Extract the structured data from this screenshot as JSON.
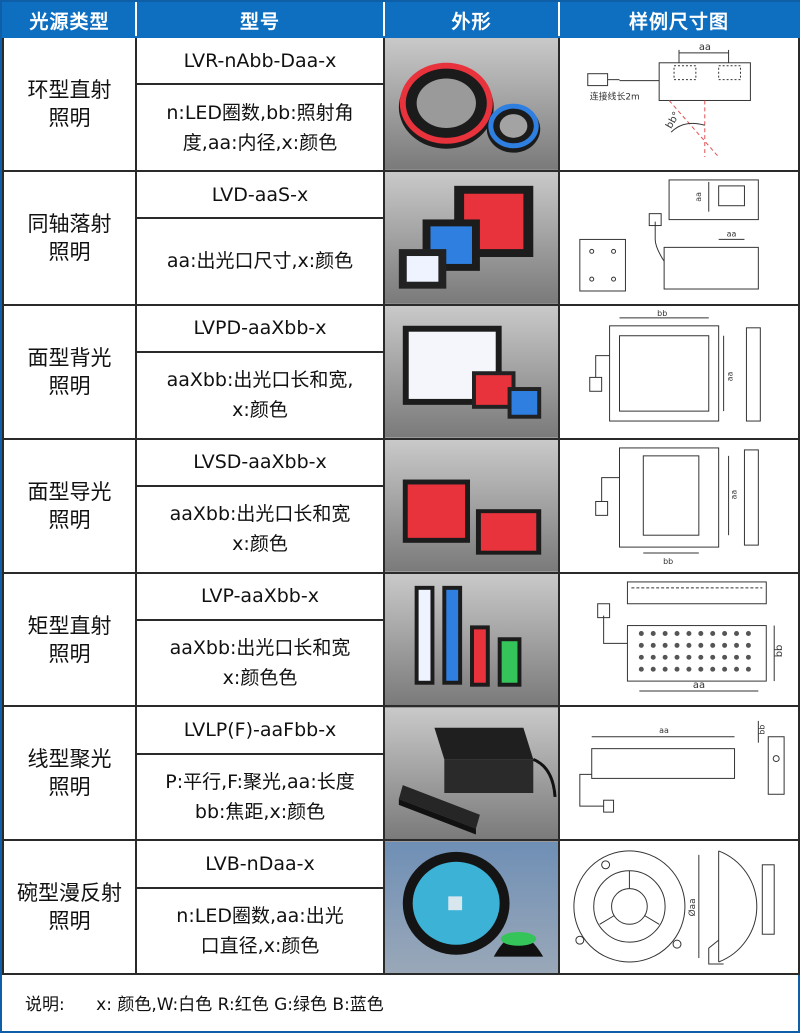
{
  "header": {
    "col_type": "光源类型",
    "col_model": "型号",
    "col_look": "外形",
    "col_sketch": "样例尺寸图"
  },
  "rows": [
    {
      "type_l1": "环型直射",
      "type_l2": "照明",
      "model": "LVR-nAbb-Daa-x",
      "desc_l1": "n:LED圈数,bb:照射角",
      "desc_l2": "度,aa:内径,x:颜色",
      "sketch_labels": {
        "dim": "aa",
        "cable": "连接线长2m",
        "angle": "bb°"
      }
    },
    {
      "type_l1": "同轴落射",
      "type_l2": "照明",
      "model": "LVD-aaS-x",
      "desc_l1": "aa:出光口尺寸,x:颜色",
      "desc_l2": "",
      "sketch_labels": {
        "dim_a": "aa",
        "dim_b": "aa"
      }
    },
    {
      "type_l1": "面型背光",
      "type_l2": "照明",
      "model": "LVPD-aaXbb-x",
      "desc_l1": "aaXbb:出光口长和宽,",
      "desc_l2": "x:颜色",
      "sketch_labels": {
        "dim_a": "bb",
        "dim_b": "aa"
      }
    },
    {
      "type_l1": "面型导光",
      "type_l2": "照明",
      "model": "LVSD-aaXbb-x",
      "desc_l1": "aaXbb:出光口长和宽",
      "desc_l2": "x:颜色",
      "sketch_labels": {
        "dim_a": "aa",
        "dim_b": "bb"
      }
    },
    {
      "type_l1": "矩型直射",
      "type_l2": "照明",
      "model": "LVP-aaXbb-x",
      "desc_l1": "aaXbb:出光口长和宽",
      "desc_l2": "x:颜色色",
      "sketch_labels": {
        "dim_a": "bb",
        "dim_b": "aa"
      }
    },
    {
      "type_l1": "线型聚光",
      "type_l2": "照明",
      "model": "LVLP(F)-aaFbb-x",
      "desc_l1": "P:平行,F:聚光,aa:长度",
      "desc_l2": "bb:焦距,x:颜色",
      "sketch_labels": {
        "dim_a": "aa",
        "dim_b": "bb"
      }
    },
    {
      "type_l1": "碗型漫反射",
      "type_l2": "照明",
      "model": "LVB-nDaa-x",
      "desc_l1": "n:LED圈数,aa:出光",
      "desc_l2": "口直径,x:颜色",
      "sketch_labels": {
        "dim": "Øaa"
      }
    }
  ],
  "note": {
    "label": "说明:",
    "text": "x: 颜色,W:白色 R:红色 G:绿色 B:蓝色"
  },
  "colors": {
    "header_bg": "#0e6fc1",
    "led_red": "#e8333d",
    "led_blue": "#2f7fe0",
    "led_green": "#35c45a",
    "led_white": "#eef3ff"
  }
}
